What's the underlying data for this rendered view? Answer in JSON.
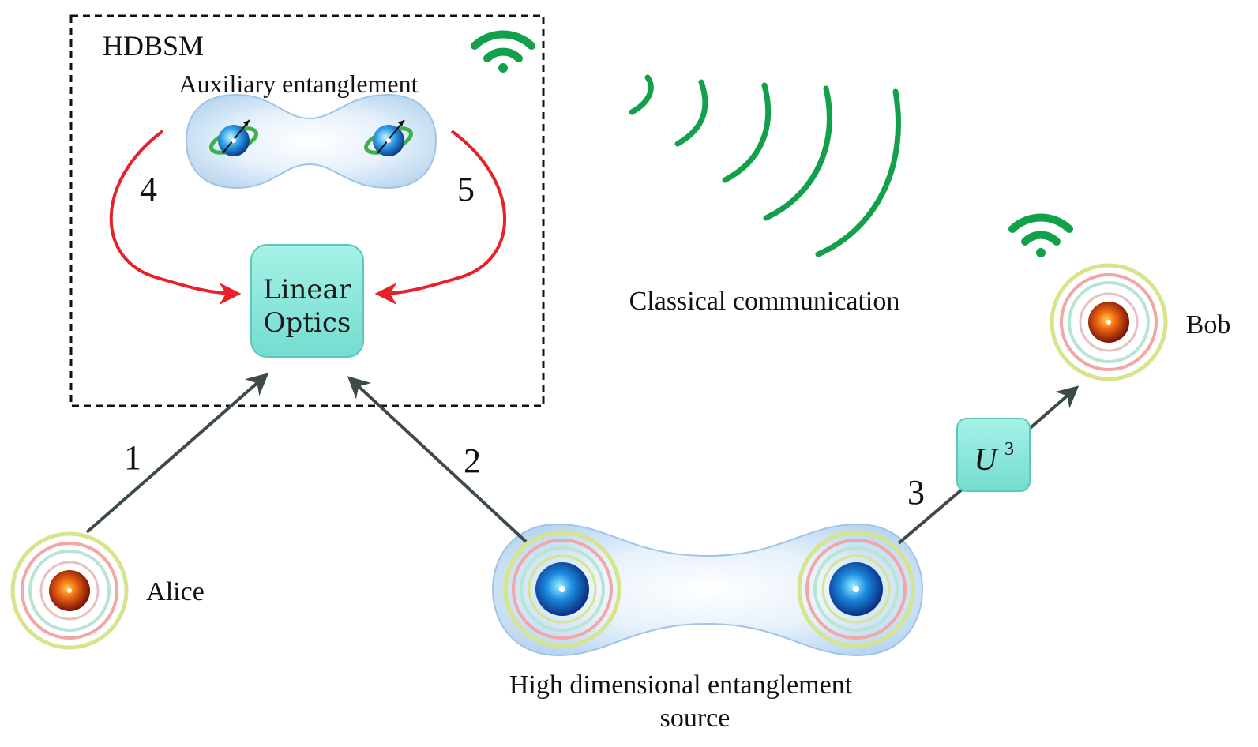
{
  "hdbsm": {
    "title": "HDBSM",
    "auxiliary_label": "Auxiliary entanglement"
  },
  "linear_optics": {
    "line1": "Linear",
    "line2": "Optics"
  },
  "unitary": {
    "base": "U",
    "exponent": "3"
  },
  "steps": {
    "s1": "1",
    "s2": "2",
    "s3": "3",
    "s4": "4",
    "s5": "5"
  },
  "parties": {
    "alice": "Alice",
    "bob": "Bob"
  },
  "source": {
    "line1": "High dimensional entanglement",
    "line2": "source"
  },
  "classical": {
    "label": "Classical communication"
  },
  "colors": {
    "arrow_red": "#e8202a",
    "signal_green": "#12a04a",
    "box_teal": "#8ee8dc",
    "arrow_dark": "#3e4a4a"
  },
  "icons": [
    "wifi-icon",
    "photon-icon",
    "atom-icon",
    "signal-waves-icon"
  ]
}
